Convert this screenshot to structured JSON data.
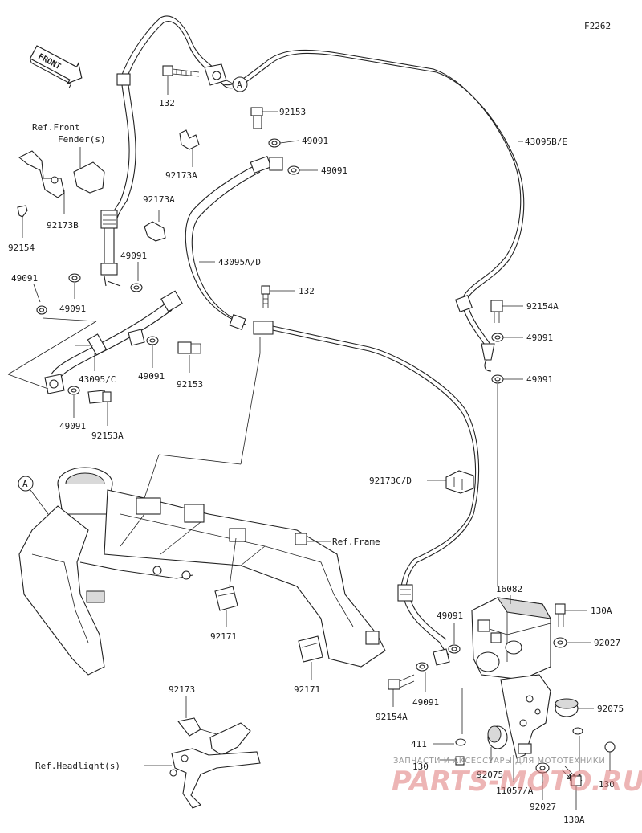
{
  "diagram_code": "F2262",
  "front_label": "FRONT",
  "callout": "A",
  "refs": {
    "front_fender": [
      "Ref.Front",
      "Fender(s)"
    ],
    "frame": "Ref.Frame",
    "headlight": "Ref.Headlight(s)"
  },
  "labels": {
    "l132a": "132",
    "l92153a": "92153",
    "l49091a": "49091",
    "l49091b": "49091",
    "l43095be": "43095B/E",
    "l92173a1": "92173A",
    "l92173a2": "92173A",
    "l92173b": "92173B",
    "l92154": "92154",
    "l49091c": "49091",
    "l49091d": "49091",
    "l49091e": "49091",
    "l43095ad": "43095A/D",
    "l132b": "132",
    "l92154a1": "92154A",
    "l49091f": "49091",
    "l49091g": "49091",
    "l43095c": "43095/C",
    "l49091h": "49091",
    "l92153b": "92153",
    "l49091i": "49091",
    "l92153a2": "92153A",
    "l92173cd": "92173C/D",
    "l92171a": "92171",
    "l92171b": "92171",
    "l16082": "16082",
    "l130a1": "130A",
    "l92027a": "92027",
    "l49091j": "49091",
    "l49091k": "49091",
    "l92154a2": "92154A",
    "l92075a": "92075",
    "l411a": "411",
    "l130b": "130",
    "l92075b": "92075",
    "l411b": "411",
    "l130c": "130",
    "l11057a": "11057/A",
    "l92027b": "92027",
    "l130a2": "130A",
    "l92173": "92173"
  },
  "watermark": {
    "line1": "ЗАПЧАСТИ И АКСЕССУАРЫ ДЛЯ МОТОТЕХНИКИ",
    "line2": "PARTS-MOTO.RU"
  }
}
